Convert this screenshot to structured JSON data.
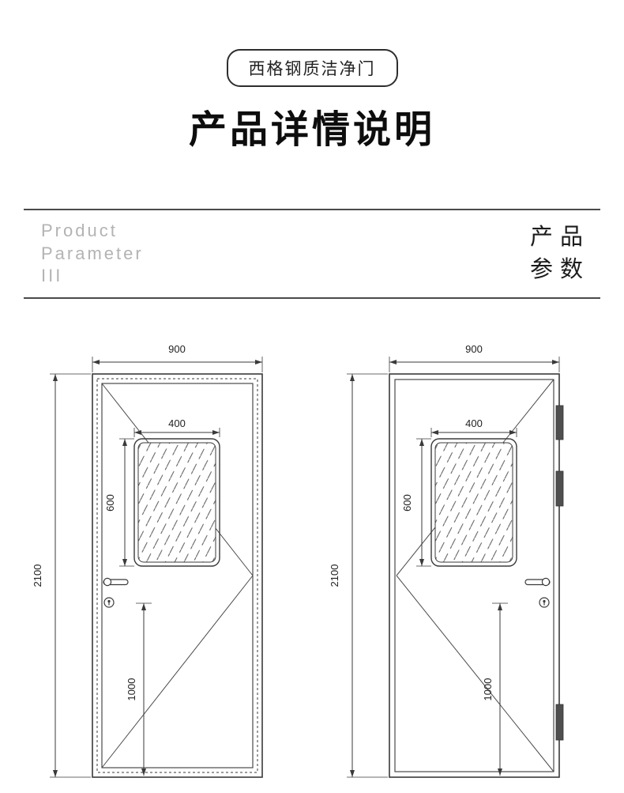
{
  "header": {
    "badge": "西格钢质洁净门",
    "title": "产品详情说明"
  },
  "section_header": {
    "en_lines": [
      "Product",
      "Parameter",
      "III"
    ],
    "cn_lines": [
      "产品",
      "参数"
    ]
  },
  "diagram": {
    "door_width": "900",
    "door_height": "2100",
    "window_width": "400",
    "window_height": "600",
    "handle_height": "1000"
  },
  "palette": {
    "ink": "#1a1a1a",
    "muted_text": "#b3b3b3",
    "line": "#3a3a3a"
  }
}
